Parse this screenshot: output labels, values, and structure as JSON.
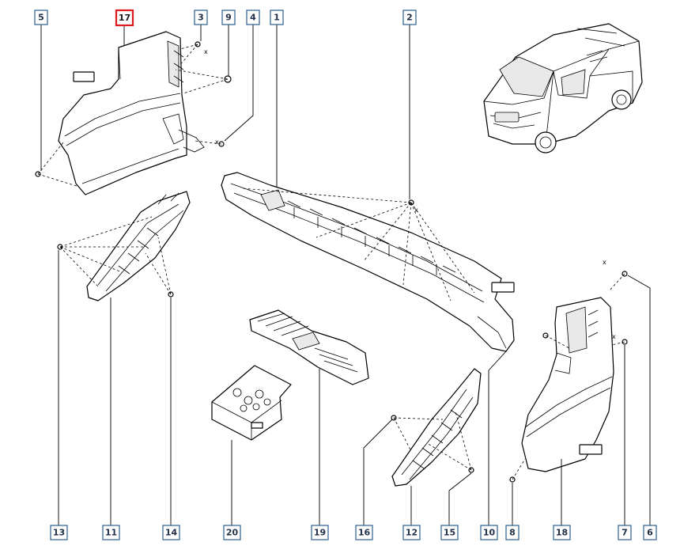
{
  "callouts": [
    {
      "id": "c5",
      "label": "5",
      "highlight": false
    },
    {
      "id": "c17",
      "label": "17",
      "highlight": true
    },
    {
      "id": "c3",
      "label": "3",
      "highlight": false
    },
    {
      "id": "c9",
      "label": "9",
      "highlight": false
    },
    {
      "id": "c4",
      "label": "4",
      "highlight": false
    },
    {
      "id": "c1",
      "label": "1",
      "highlight": false
    },
    {
      "id": "c2",
      "label": "2",
      "highlight": false
    },
    {
      "id": "c13",
      "label": "13",
      "highlight": false
    },
    {
      "id": "c11",
      "label": "11",
      "highlight": false
    },
    {
      "id": "c14",
      "label": "14",
      "highlight": false
    },
    {
      "id": "c20",
      "label": "20",
      "highlight": false
    },
    {
      "id": "c19",
      "label": "19",
      "highlight": false
    },
    {
      "id": "c16",
      "label": "16",
      "highlight": false
    },
    {
      "id": "c12",
      "label": "12",
      "highlight": false
    },
    {
      "id": "c15",
      "label": "15",
      "highlight": false
    },
    {
      "id": "c10",
      "label": "10",
      "highlight": false
    },
    {
      "id": "c8",
      "label": "8",
      "highlight": false
    },
    {
      "id": "c18",
      "label": "18",
      "highlight": false
    },
    {
      "id": "c7",
      "label": "7",
      "highlight": false
    },
    {
      "id": "c6",
      "label": "6",
      "highlight": false
    }
  ],
  "colors": {
    "callout_border": "#2a5d8f",
    "highlight_border": "#e0191f",
    "line": "#000000"
  }
}
